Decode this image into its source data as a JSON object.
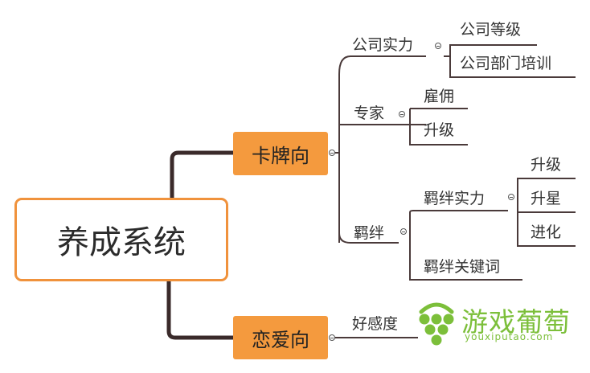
{
  "root": {
    "label": "养成系统"
  },
  "branches": {
    "card": {
      "label": "卡牌向"
    },
    "love": {
      "label": "恋爱向"
    }
  },
  "card": {
    "company_strength": {
      "label": "公司实力",
      "children": [
        "公司等级",
        "公司部门培训"
      ]
    },
    "expert": {
      "label": "专家",
      "children": [
        "雇佣",
        "升级"
      ]
    },
    "bond": {
      "label": "羁绊",
      "strength": {
        "label": "羁绊实力",
        "children": [
          "升级",
          "升星",
          "进化"
        ]
      },
      "keyword": "羁绊关键词"
    }
  },
  "love": {
    "affection": {
      "label": "好感度"
    }
  },
  "watermark": {
    "title": "游戏葡萄",
    "url": "youxiputao.com",
    "logo_icon": "grape-logo-icon",
    "color": "#7cbf3a"
  },
  "colors": {
    "accent": "#f49a3e",
    "root_border": "#f0923c",
    "trunk": "#3a2a2a",
    "line": "#4a3a3a"
  }
}
